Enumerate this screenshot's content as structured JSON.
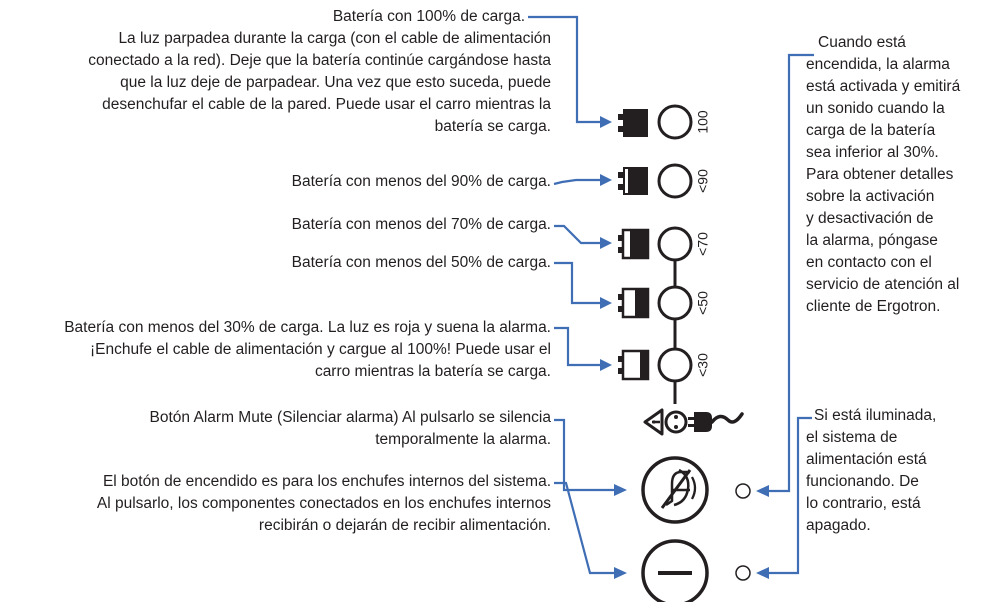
{
  "left_labels": {
    "battery_100": {
      "title": "Batería con 100% de carga.",
      "description": [
        "La luz parpadea durante la carga (con el cable de alimentación",
        "conectado a la red). Deje que la batería continúe cargándose hasta",
        "que la luz deje de parpadear. Una vez que esto suceda, puede",
        "desenchufar el cable de la pared. Puede usar el carro mientras la",
        "batería se carga."
      ]
    },
    "battery_90": "Batería con menos del 90% de carga.",
    "battery_70": "Batería con menos del 70% de carga.",
    "battery_50": "Batería con menos del 50% de carga.",
    "battery_30": [
      "Batería con menos del 30% de carga. La luz es roja y suena la alarma.",
      "¡Enchufe el cable de alimentación y cargue al 100%! Puede usar el",
      "carro mientras la batería se carga."
    ],
    "alarm_mute": [
      "Botón Alarm Mute (Silenciar alarma) Al pulsarlo se silencia",
      "temporalmente la alarma."
    ],
    "power_button": [
      "El botón de encendido es para los enchufes internos del sistema.",
      "Al pulsarlo, los componentes conectados en los enchufes internos",
      "recibirán o dejarán de recibir alimentación."
    ]
  },
  "right_labels": {
    "alarm_indicator": [
      "Cuando está",
      "encendida, la alarma",
      "está activada y emitirá",
      "un sonido cuando la",
      "carga de la batería",
      "sea inferior al 30%.",
      "Para obtener detalles",
      "sobre la activación",
      "y desactivación de",
      "la alarma, póngase",
      "en contacto con el",
      "servicio de atención al",
      "cliente de Ergotron."
    ],
    "power_indicator": [
      "Si está iluminada,",
      "el sistema de",
      "alimentación está",
      "funcionando. De",
      "lo contrario, está",
      "apagado."
    ]
  },
  "level_labels": [
    "100",
    "<90",
    "<70",
    "<50",
    "<30"
  ],
  "colors": {
    "leader": "#3f6eb5",
    "ink": "#231f20",
    "background": "#ffffff"
  },
  "icons": {
    "battery": "battery-icon",
    "led": "led-circle-icon",
    "alarm_symbol": "alarm-warning-icon",
    "plug": "plug-icon",
    "mute_button": "alarm-mute-icon",
    "power_button": "power-button-icon"
  }
}
